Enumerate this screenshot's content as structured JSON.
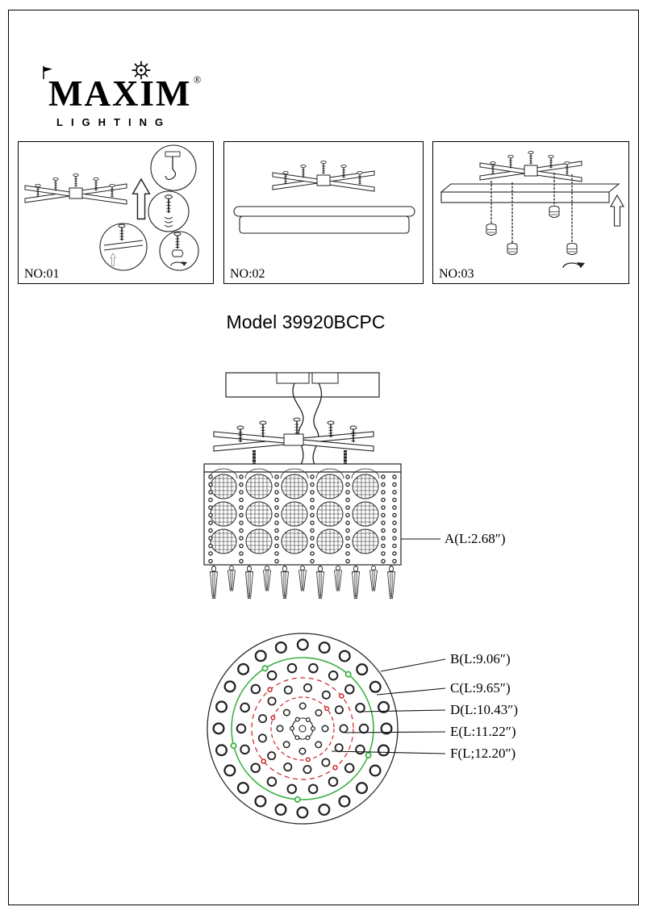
{
  "brand": {
    "name": "MAXIM",
    "registered": "®",
    "subtitle": "LIGHTING"
  },
  "title": "Model 39920BCPC",
  "steps": [
    {
      "label": "NO:01"
    },
    {
      "label": "NO:02"
    },
    {
      "label": "NO:03"
    }
  ],
  "dims": {
    "a": "A(L:2.68″)",
    "b": "B(L:9.06″)",
    "c": "C(L:9.65″)",
    "d": "D(L:10.43″)",
    "e": "E(L:11.22″)",
    "f": "F(L;12.20″)"
  },
  "colors": {
    "ink": "#111111",
    "accent_green": "#3bb143",
    "accent_red": "#cc2222"
  }
}
